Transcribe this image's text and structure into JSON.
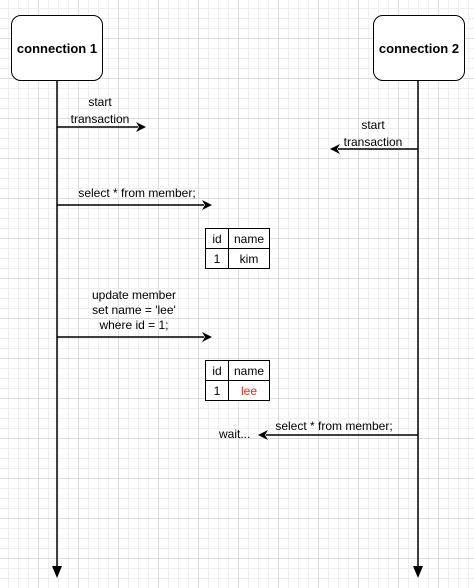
{
  "actors": {
    "left": {
      "label": "connection 1"
    },
    "right": {
      "label": "connection 2"
    }
  },
  "messages": {
    "m1": {
      "line1": "start",
      "line2": "transaction"
    },
    "m2": {
      "line1": "start",
      "line2": "transaction"
    },
    "m3": {
      "line1": "select * from member;"
    },
    "m4": {
      "line1": "update member",
      "line2": "set name = 'lee'",
      "line3": "where id = 1;"
    },
    "m5": {
      "label": "select * from member;",
      "note": "wait..."
    }
  },
  "table1": {
    "headers": [
      "id",
      "name"
    ],
    "row": [
      "1",
      "kim"
    ]
  },
  "table2": {
    "headers": [
      "id",
      "name"
    ],
    "row": [
      "1",
      "lee"
    ],
    "highlight_color": "#e8281e"
  }
}
